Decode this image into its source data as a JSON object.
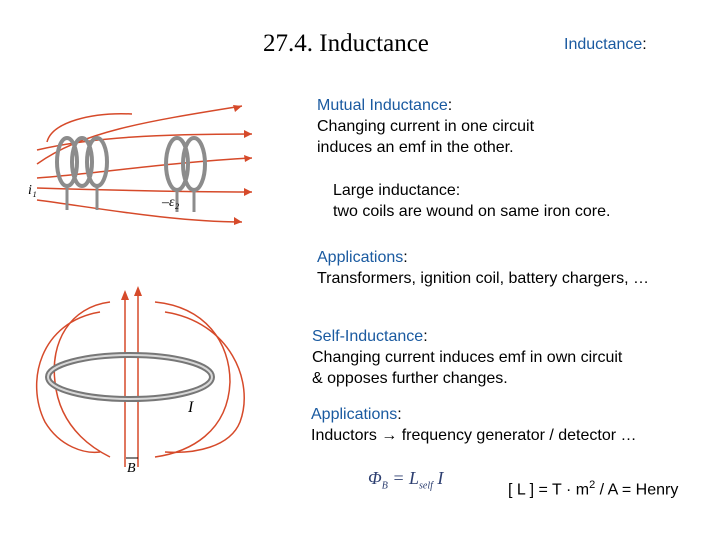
{
  "slide": {
    "title": "27.4.  Inductance",
    "header": "Inductance",
    "colon": ":",
    "mutual": {
      "term": "Mutual Inductance",
      "line1": "Changing current in one circuit",
      "line2": "induces an emf in the other."
    },
    "large": {
      "line1": "Large inductance:",
      "line2": "two coils are wound on same iron core."
    },
    "applications1": {
      "term": "Applications",
      "text": "Transformers, ignition coil, battery chargers, …"
    },
    "self": {
      "term": "Self-Inductance",
      "line1": "Changing current induces emf in own circuit",
      "line2": "& opposes further changes."
    },
    "applications2": {
      "term": "Applications",
      "text_a": "Inductors ",
      "arrow": "→",
      "text_b": " frequency generator / detector …"
    },
    "formula": {
      "phi": "Φ",
      "phi_sub": "B",
      "eq": " = L",
      "l_sub": "self",
      "i": " I"
    },
    "units": {
      "left": "[ L ] = T · m",
      "exp": "2",
      "right": " / A = Henry"
    },
    "fig1_labels": {
      "i1": "i₁",
      "emf2": "–ε₂"
    },
    "fig2_labels": {
      "current": "I",
      "field": "B"
    }
  },
  "colors": {
    "accent": "#1a5aa0",
    "arrow": "#d64a2a",
    "coil": "#888888"
  }
}
